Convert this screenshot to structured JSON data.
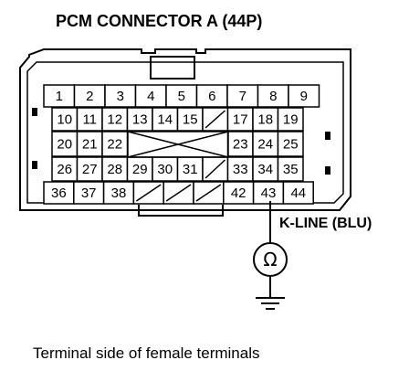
{
  "title": "PCM CONNECTOR A (44P)",
  "wire_label": "K-LINE (BLU)",
  "meter_symbol": "Ω",
  "caption": "Terminal side of female terminals",
  "pins": [
    {
      "row": 0,
      "col": 0,
      "label": "1"
    },
    {
      "row": 0,
      "col": 1,
      "label": "2"
    },
    {
      "row": 0,
      "col": 2,
      "label": "3"
    },
    {
      "row": 0,
      "col": 3,
      "label": "4"
    },
    {
      "row": 0,
      "col": 4,
      "label": "5"
    },
    {
      "row": 0,
      "col": 5,
      "label": "6"
    },
    {
      "row": 0,
      "col": 6,
      "label": "7"
    },
    {
      "row": 0,
      "col": 7,
      "label": "8"
    },
    {
      "row": 0,
      "col": 8,
      "label": "9"
    },
    {
      "row": 1,
      "col": 0,
      "label": "10"
    },
    {
      "row": 1,
      "col": 1,
      "label": "11"
    },
    {
      "row": 1,
      "col": 2,
      "label": "12"
    },
    {
      "row": 1,
      "col": 3,
      "label": "13"
    },
    {
      "row": 1,
      "col": 4,
      "label": "14"
    },
    {
      "row": 1,
      "col": 5,
      "label": "15"
    },
    {
      "row": 1,
      "col": 6,
      "label": ""
    },
    {
      "row": 1,
      "col": 7,
      "label": "17"
    },
    {
      "row": 1,
      "col": 8,
      "label": "18"
    },
    {
      "row": 1,
      "col": 9,
      "label": "19"
    },
    {
      "row": 2,
      "col": 0,
      "label": "20"
    },
    {
      "row": 2,
      "col": 1,
      "label": "21"
    },
    {
      "row": 2,
      "col": 2,
      "label": "22"
    },
    {
      "row": 2,
      "col": 7,
      "label": "23"
    },
    {
      "row": 2,
      "col": 8,
      "label": "24"
    },
    {
      "row": 2,
      "col": 9,
      "label": "25"
    },
    {
      "row": 3,
      "col": 0,
      "label": "26"
    },
    {
      "row": 3,
      "col": 1,
      "label": "27"
    },
    {
      "row": 3,
      "col": 2,
      "label": "28"
    },
    {
      "row": 3,
      "col": 3,
      "label": "29"
    },
    {
      "row": 3,
      "col": 4,
      "label": "30"
    },
    {
      "row": 3,
      "col": 5,
      "label": "31"
    },
    {
      "row": 3,
      "col": 6,
      "label": ""
    },
    {
      "row": 3,
      "col": 7,
      "label": "33"
    },
    {
      "row": 3,
      "col": 8,
      "label": "34"
    },
    {
      "row": 3,
      "col": 9,
      "label": "35"
    },
    {
      "row": 4,
      "col": 0,
      "label": "36"
    },
    {
      "row": 4,
      "col": 1,
      "label": "37"
    },
    {
      "row": 4,
      "col": 2,
      "label": "38"
    },
    {
      "row": 4,
      "col": 3,
      "label": ""
    },
    {
      "row": 4,
      "col": 4,
      "label": ""
    },
    {
      "row": 4,
      "col": 5,
      "label": ""
    },
    {
      "row": 4,
      "col": 6,
      "label": "42"
    },
    {
      "row": 4,
      "col": 7,
      "label": "43"
    },
    {
      "row": 4,
      "col": 8,
      "label": "44"
    }
  ]
}
